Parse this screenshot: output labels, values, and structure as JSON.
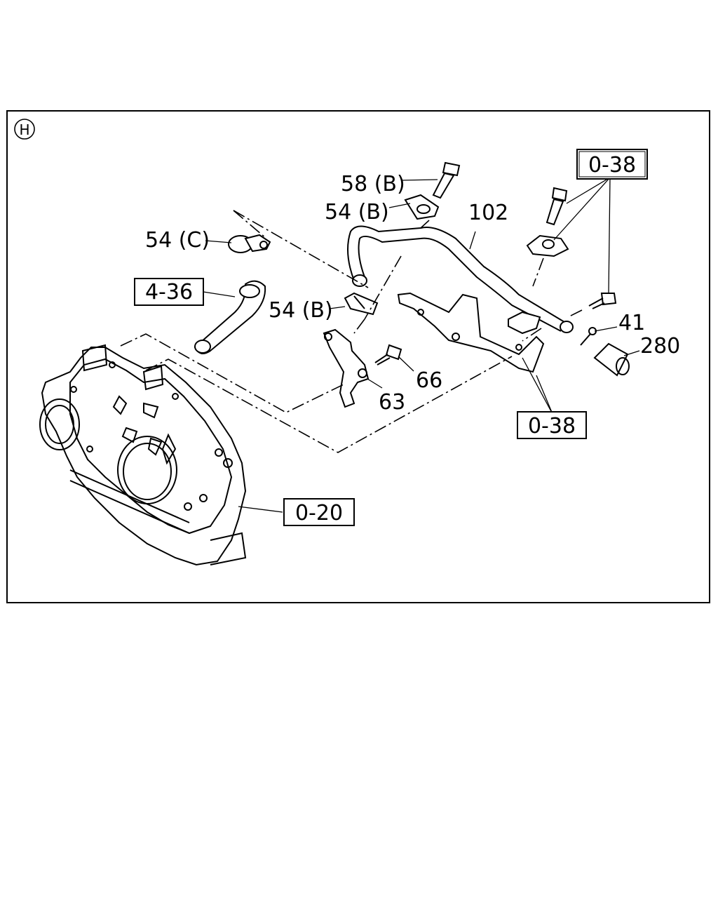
{
  "section_marker": "H",
  "callouts": {
    "c58b": "58 (B)",
    "c54b_top": "54 (B)",
    "c54c": "54 (C)",
    "c102": "102",
    "c54b_mid": "54 (B)",
    "c66": "66",
    "c63": "63",
    "c41": "41",
    "c280": "280"
  },
  "boxed_refs": {
    "r038_top": "0-38",
    "r436": "4-36",
    "r038_bottom": "0-38",
    "r020": "0-20"
  }
}
